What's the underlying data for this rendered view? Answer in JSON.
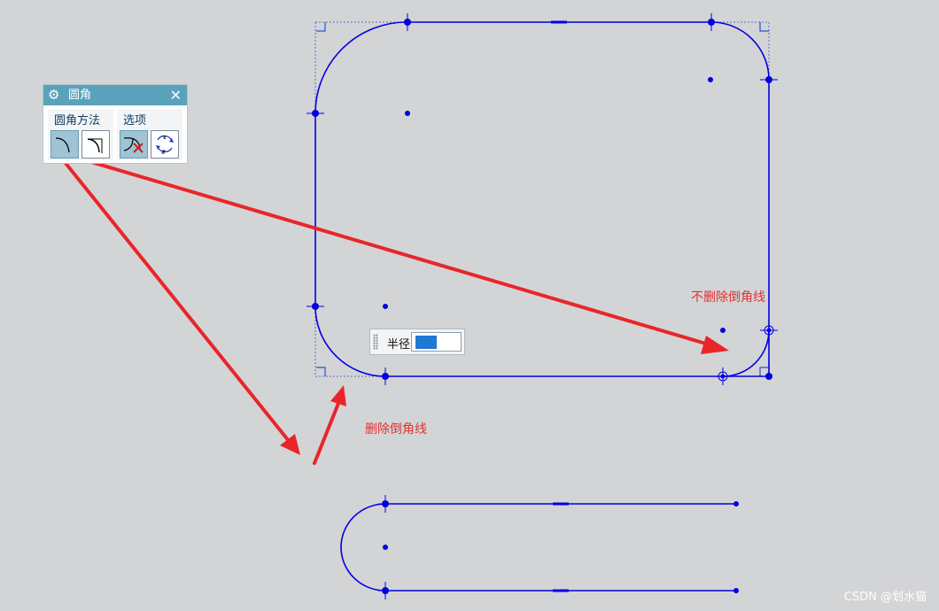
{
  "dialog": {
    "title": "圆角",
    "close_glyph": "✕",
    "method_group_label": "圆角方法",
    "options_group_label": "选项",
    "icons": [
      "gear-icon",
      "close-icon",
      "trim-fillet-icon",
      "untrim-fillet-icon",
      "delete-third-curve-icon",
      "alternate-solution-icon"
    ]
  },
  "radius_input": {
    "label": "半径",
    "value": ""
  },
  "annotations": {
    "no_delete": "不删除倒角线",
    "delete": "删除倒角线"
  },
  "watermark": "CSDN @划水猫",
  "colors": {
    "background": "#d3d4d6",
    "sketch_curve": "#0000e0",
    "annotation_arrow": "#e23131",
    "dialog_title_bar": "#5aa2bb",
    "active_button": "#9fc4d6"
  }
}
